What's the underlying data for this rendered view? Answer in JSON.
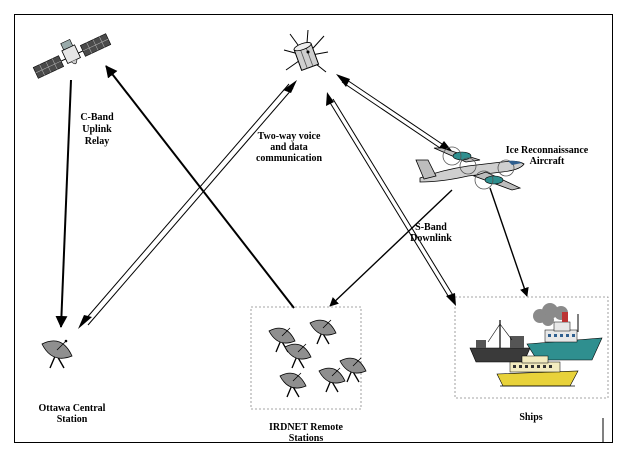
{
  "labels": {
    "c_band_l1": "C-Band",
    "c_band_l2": "Uplink",
    "c_band_l3": "Relay",
    "two_way_l1": "Two-way voice",
    "two_way_l2": "and data",
    "two_way_l3": "communication",
    "aircraft_l1": "Ice Reconnaissance",
    "aircraft_l2": "Aircraft",
    "s_band_l1": "S-Band",
    "s_band_l2": "Downlink",
    "ottawa_l1": "Ottawa Central",
    "ottawa_l2": "Station",
    "irdnet_l1": "IRDNET Remote",
    "irdnet_l2": "Stations",
    "ships": "Ships"
  },
  "colors": {
    "line": "#000000",
    "hull_dark": "#3a3a3a",
    "ship_teal": "#2f8f8f",
    "ship_yellow": "#e8d23a",
    "smoke": "#8a8a8a",
    "solar_panel": "#4a4a4a"
  },
  "icons": [
    "satellite-icon",
    "comsat-icon",
    "aircraft-icon",
    "dish-antenna-icon",
    "ship-icon"
  ]
}
